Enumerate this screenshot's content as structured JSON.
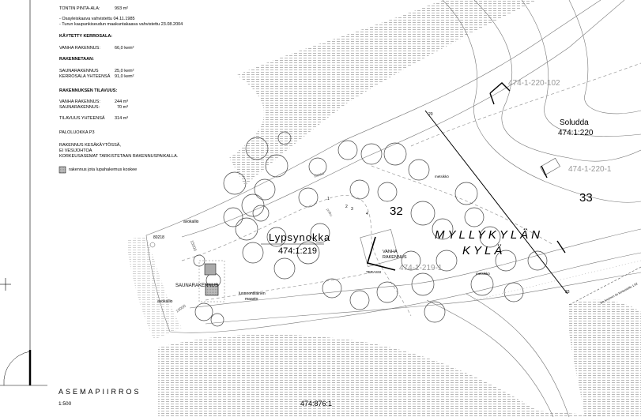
{
  "info": {
    "plot_area_label": "TONTIN PINTA-ALA:",
    "plot_area_value": "993 m²",
    "notes": [
      "- Osayleiskaava vahvistettu 04.11.1985",
      "- Turun kaupunkiseudun maakuntakaava vahvistettu 23.08.2004"
    ],
    "used_floor_area_heading": "KÄYTETTY KERROSALA:",
    "used_rows": [
      {
        "label": "VANHA RAKENNUS:",
        "value": "66,0 kem²"
      }
    ],
    "to_build_heading": "RAKENNETAAN:",
    "build_rows": [
      {
        "label": "SAUNARAKENNUS",
        "value": "25,0 kem²"
      },
      {
        "label": "KERROSALA YHTEENSÄ",
        "value": "91,0 kem²"
      }
    ],
    "volume_heading": "RAKENNUKSEN TILAVUUS:",
    "volume_rows": [
      {
        "label": "VANHA RAKENNUS:",
        "value": "244 m³"
      },
      {
        "label": "SAUNARAKENNUS:",
        "value": "70 m³"
      }
    ],
    "volume_total_label": "TILAVUUS YHTEENSÄ",
    "volume_total_value": "314 m³",
    "fire_class": "PALOLUOKKA P3",
    "remarks": [
      "RAKENNUS KESÄKÄYTÖSSÄ,",
      "EI VESIJOHTOA",
      "KORKEUSASEMAT TARKISTETAAN RAKENNUSPAIKALLA."
    ],
    "legend_text": "rakennus jota lupahakemus koskee"
  },
  "plan": {
    "parcel_219_name": "Lypsynokka",
    "parcel_219_id": "474:1:219",
    "village_line1": "MYLLYKYLÄN",
    "village_line2": "KYLÄ",
    "parcel_220_name": "Soludda",
    "parcel_220_id": "474:1:220",
    "block_32": "32",
    "block_33": "33",
    "code_219_1": "474-1-219-1",
    "code_220_1": "474-1-220-1",
    "code_220_102": "474-1-220-102",
    "old_building": [
      "VANHA",
      "RAKENNUS"
    ],
    "terrace": "TERASSI",
    "sauna": "SAUNARAKENNUS",
    "bedrock": "avokallio",
    "natural": [
      "luonnontilainen",
      "maasto"
    ],
    "forest": "metsikkö",
    "sand": "hiekka",
    "path": "polku",
    "ref_point": "80218",
    "dim_15000": "15000",
    "boundary_20": "20",
    "boundary_33": "33",
    "road_note": "3m levyinen tie kiinteistölle 1:52",
    "point_labels": [
      "1",
      "2",
      "3",
      "4"
    ]
  },
  "titleblock": {
    "title": "ASEMAPIIRROS",
    "scale": "1:500",
    "sheet_id": "474:876:1"
  }
}
